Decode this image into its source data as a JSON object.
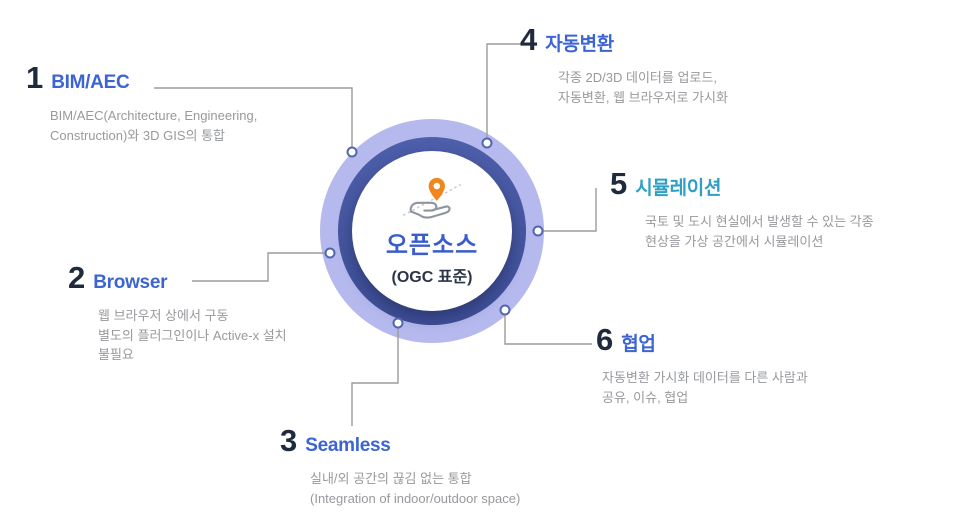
{
  "center": {
    "title": "오픈소스",
    "subtitle": "(OGC 표준)",
    "icon": "hand-holding-location-pin-icon"
  },
  "items": [
    {
      "number": "1",
      "title": "BIM/AEC",
      "desc": "BIM/AEC(Architecture, Engineering,\nConstruction)와 3D GIS의 통합"
    },
    {
      "number": "2",
      "title": "Browser",
      "desc": "웹 브라우저 상에서 구동\n별도의 플러그인이나 Active-x 설치\n불필요"
    },
    {
      "number": "3",
      "title": "Seamless",
      "desc": "실내/외 공간의 끊김 없는 통합\n(Integration of indoor/outdoor space)"
    },
    {
      "number": "4",
      "title": "자동변환",
      "desc": "각종 2D/3D 데이터를 업로드,\n자동변환, 웹 브라우저로 가시화"
    },
    {
      "number": "5",
      "title": "시뮬레이션",
      "desc": "국토 및 도시 현실에서 발생할 수 있는 각종\n현상을 가상 공간에서 시뮬레이션"
    },
    {
      "number": "6",
      "title": "협업",
      "desc": "자동변환 가시화 데이터를 다른 사람과\n공유, 이슈, 협업"
    }
  ],
  "colors": {
    "title_blue": "#3c64d2",
    "title_teal": "#2f9fc5",
    "number_navy": "#1f2a3d",
    "desc_gray": "#97999d",
    "ring_lavender": "#b5b9ed",
    "ring_blue": "#46559f",
    "core_title_blue": "#3a5ccc",
    "pin_orange": "#f0861c",
    "connector_gray": "#9b9b9b"
  }
}
